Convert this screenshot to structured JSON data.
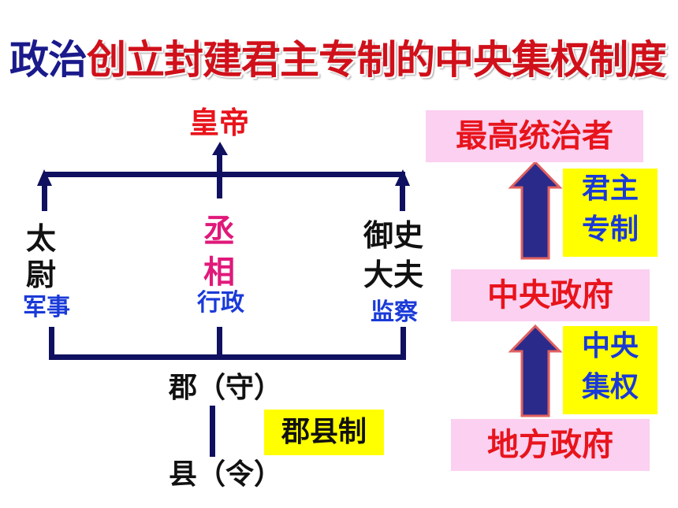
{
  "title": {
    "prefix": "政治",
    "main": "创立封建君主专制的中央集权制度"
  },
  "left": {
    "emperor": "皇帝",
    "taiwei_1": "太",
    "taiwei_2": "尉",
    "taiwei_role": "军事",
    "chengxiang_1": "丞",
    "chengxiang_2": "相",
    "chengxiang_role": "行政",
    "yushi_1": "御史",
    "yushi_2": "大夫",
    "yushi_role": "监察",
    "jun": "郡（守）",
    "xian": "县（令）",
    "system": "郡县制"
  },
  "right": {
    "top_box": "最高统治者",
    "label_1": "君主\n专制",
    "middle_box": "中央政府",
    "label_2": "中央\n集权",
    "bottom_box": "地方政府"
  },
  "colors": {
    "line": "#101060",
    "arrow_fill": "#2a2a8a",
    "arrow_stroke": "#e06060"
  }
}
